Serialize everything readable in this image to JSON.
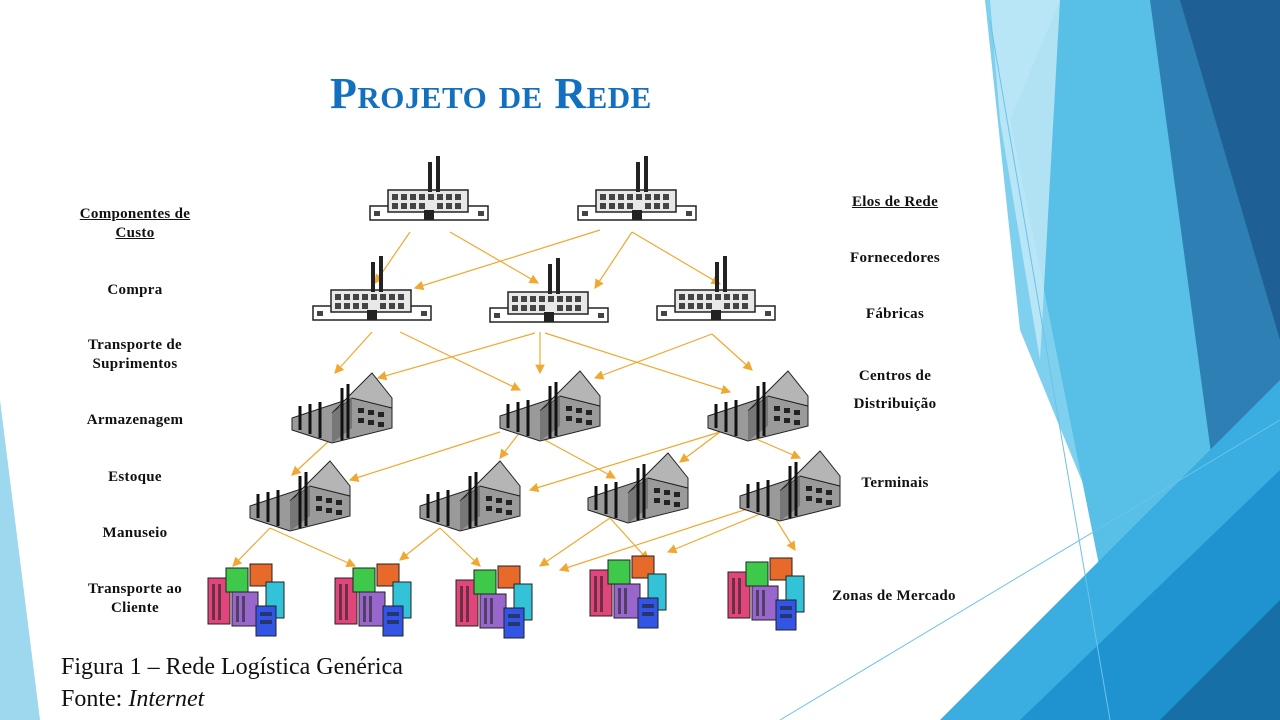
{
  "slide": {
    "title": "Projeto de Rede",
    "left_labels": [
      {
        "id": "components",
        "text_line1": "Componentes de",
        "text_line2": "Custo"
      },
      {
        "id": "compra",
        "text": "Compra"
      },
      {
        "id": "transporte-suprimentos",
        "text_line1": "Transporte de",
        "text_line2": "Suprimentos"
      },
      {
        "id": "armazenagem",
        "text": "Armazenagem"
      },
      {
        "id": "estoque",
        "text": "Estoque"
      },
      {
        "id": "manuseio",
        "text": "Manuseio"
      },
      {
        "id": "transporte-cliente",
        "text_line1": "Transporte ao",
        "text_line2": "Cliente"
      }
    ],
    "right_labels": [
      {
        "id": "elos",
        "text": "Elos de Rede"
      },
      {
        "id": "fornecedores",
        "text": "Fornecedores"
      },
      {
        "id": "fabricas",
        "text": "Fábricas"
      },
      {
        "id": "cd",
        "text_line1": "Centros de",
        "text_line2": "Distribuição"
      },
      {
        "id": "terminais",
        "text": "Terminais"
      },
      {
        "id": "zonas",
        "text": "Zonas de Mercado"
      }
    ],
    "caption": {
      "line1": "Figura  1 – Rede Logística  Genérica",
      "line2_prefix": "Fonte: ",
      "line2_source": "Internet"
    },
    "colors": {
      "title": "#1270bf",
      "arrow": "#f0a830",
      "accent_blue": "#2a8fd0"
    }
  }
}
